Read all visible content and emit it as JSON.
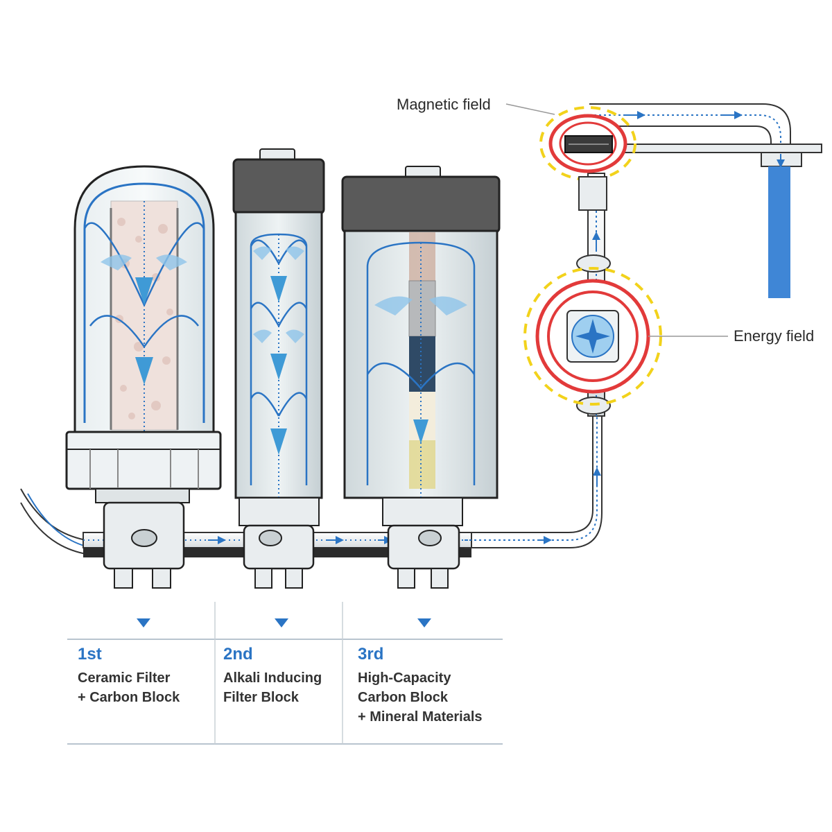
{
  "callouts": {
    "magnetic_field": "Magnetic field",
    "energy_field": "Energy field"
  },
  "stages": [
    {
      "number": "1st",
      "line1": "Ceramic Filter",
      "line2": "+ Carbon Block",
      "line3": ""
    },
    {
      "number": "2nd",
      "line1": "Alkali Inducing",
      "line2": "Filter Block",
      "line3": ""
    },
    {
      "number": "3rd",
      "line1": "High-Capacity",
      "line2": "Carbon Block",
      "line3": "+ Mineral Materials"
    }
  ],
  "colors": {
    "flow_blue": "#2a74c4",
    "water_blue": "#3f86d6",
    "field_red": "#e23a3a",
    "field_yellow": "#f2d21b",
    "housing_dark": "#5a5a5a",
    "text_dark": "#333333"
  }
}
